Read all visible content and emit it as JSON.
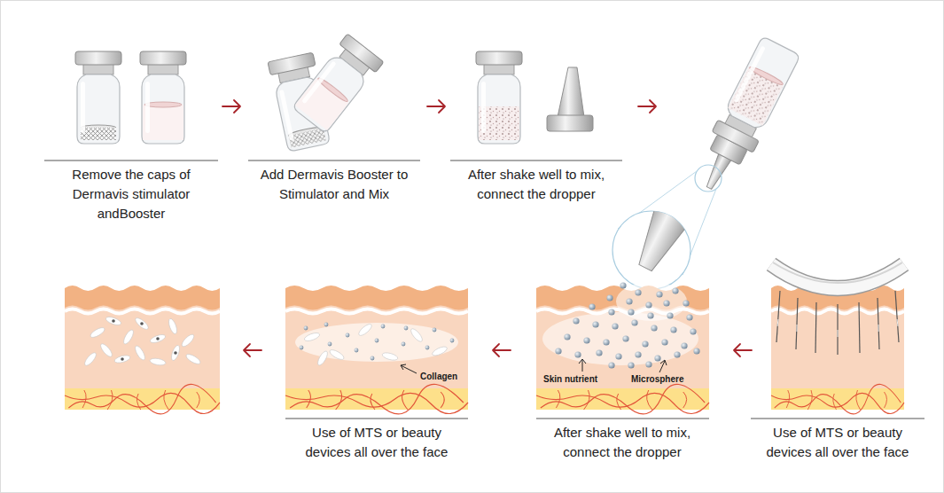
{
  "diagram": {
    "labels": [
      "Remove the caps of Dermavis stimulator andBooster",
      "Add Dermavis Booster to Stimulator and Mix",
      "After shake well to mix, connect the dropper",
      "Skin nutrient",
      "Microsphere",
      "Collagen",
      "Use of MTS or beauty devices all over the face",
      "After shake well to mix, connect the dropper",
      "Use of MTS or beauty devices all over the face"
    ]
  }
}
